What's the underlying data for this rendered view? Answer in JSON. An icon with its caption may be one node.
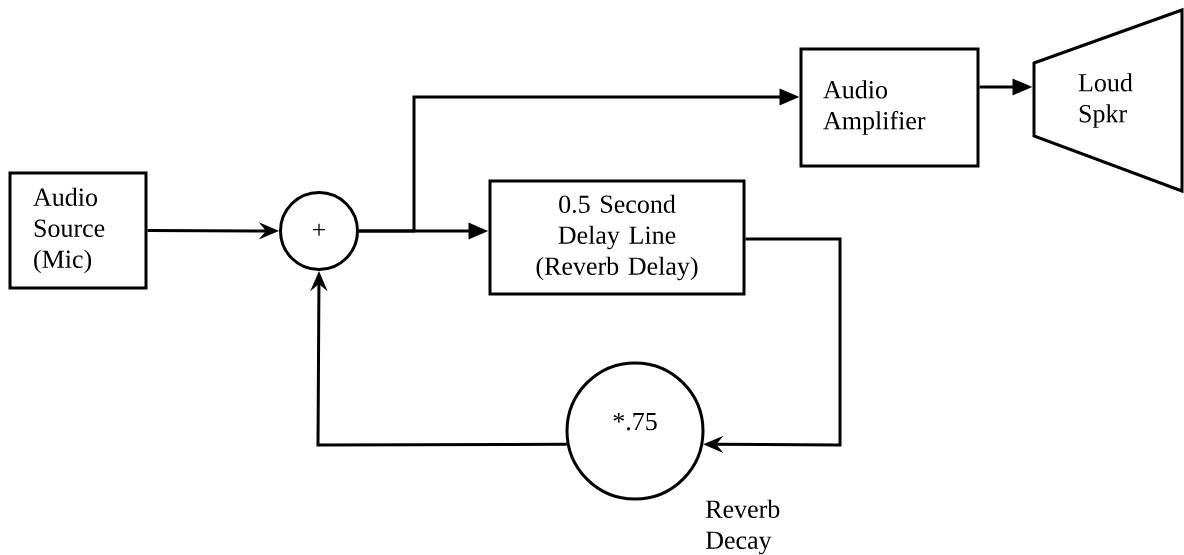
{
  "diagram": {
    "nodes": [
      {
        "text": [
          "Audio Source (Mic)"
        ]
      },
      {
        "text": [
          "+"
        ]
      },
      {
        "text": [
          "0.5 Second Delay Line (Reverb Delay)"
        ]
      },
      {
        "text": [
          "Audio Amplifier"
        ]
      },
      {
        "text": [
          "Loud Spkr"
        ]
      },
      {
        "text": [
          "*.75"
        ],
        "beside": [
          "Reverb Decay"
        ]
      }
    ],
    "edges": [
      {
        "from": 0,
        "to": 1,
        "arrow": "to"
      },
      {
        "from": 1,
        "to": 2,
        "arrow": "to"
      },
      {
        "from": 1,
        "to": 3,
        "arrow": "to"
      },
      {
        "from": 3,
        "to": 4,
        "arrow": "to"
      },
      {
        "from": 2,
        "to": 5,
        "arrow": "to"
      },
      {
        "from": 5,
        "to": 1,
        "arrow": "to"
      }
    ]
  }
}
